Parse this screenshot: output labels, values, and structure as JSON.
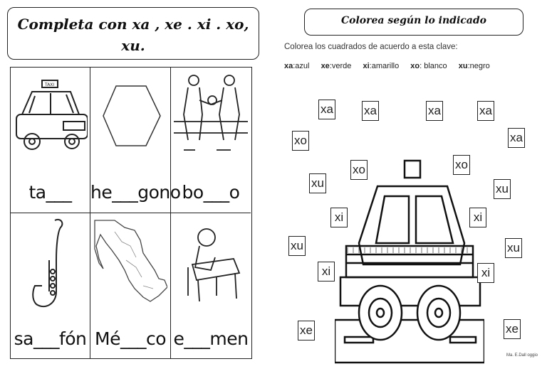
{
  "left": {
    "title": "Completa con xa , xe . xi . xo, xu.",
    "cells": [
      {
        "word": "ta___",
        "icon": "taxi-icon"
      },
      {
        "word": "he___gono",
        "icon": "hexagon-icon"
      },
      {
        "word": "bo___o",
        "icon": "boxing-icon"
      },
      {
        "word": "sa___fón",
        "icon": "saxophone-icon"
      },
      {
        "word": "Mé___co",
        "icon": "mexico-map-icon"
      },
      {
        "word": "e___men",
        "icon": "exam-student-icon"
      }
    ]
  },
  "right": {
    "title": "Colorea según lo indicado",
    "instruction": "Colorea los cuadrados de acuerdo a esta clave:",
    "key": [
      {
        "code": "xa",
        "label": ":azul"
      },
      {
        "code": "xe",
        "label": ":verde"
      },
      {
        "code": "xi",
        "label": ":amarillo"
      },
      {
        "code": "xo",
        "label": ": blanco"
      },
      {
        "code": "xu",
        "label": ":negro"
      }
    ],
    "squares": [
      "xa",
      "xa",
      "xa",
      "xa",
      "xo",
      "xa",
      "xo",
      "xo",
      "xu",
      "xu",
      "xi",
      "xi",
      "xu",
      "xu",
      "xi",
      "xi",
      "xe",
      "xe"
    ],
    "credit": "Ma. E.Dall oggio"
  }
}
